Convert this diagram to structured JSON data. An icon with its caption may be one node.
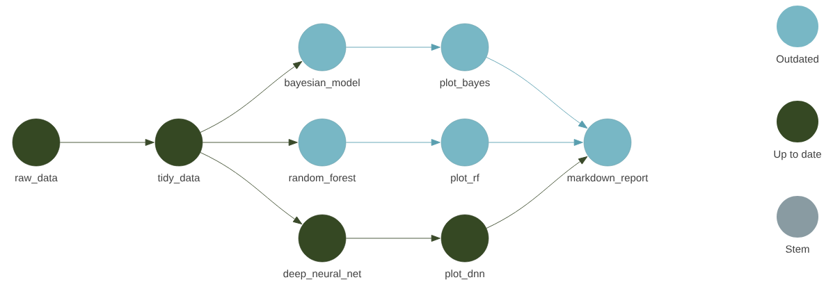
{
  "diagram": {
    "nodes": [
      {
        "text": [
          "raw_data"
        ]
      },
      {
        "text": [
          "tidy_data"
        ]
      },
      {
        "text": [
          "bayesian_model"
        ]
      },
      {
        "text": [
          "random_forest"
        ]
      },
      {
        "text": [
          "deep_neural_net"
        ]
      },
      {
        "text": [
          "plot_bayes"
        ]
      },
      {
        "text": [
          "plot_rf"
        ]
      },
      {
        "text": [
          "plot_dnn"
        ]
      },
      {
        "text": [
          "markdown_report"
        ]
      }
    ],
    "edges": [
      {
        "from": 0,
        "to": 1,
        "arrow": "to"
      },
      {
        "from": 1,
        "to": 2,
        "arrow": "to"
      },
      {
        "from": 1,
        "to": 3,
        "arrow": "to"
      },
      {
        "from": 1,
        "to": 4,
        "arrow": "to"
      },
      {
        "from": 2,
        "to": 5,
        "arrow": "to",
        "color": "#5a9fb0"
      },
      {
        "from": 3,
        "to": 6,
        "arrow": "to",
        "color": "#5a9fb0"
      },
      {
        "from": 4,
        "to": 7,
        "arrow": "to"
      },
      {
        "from": 5,
        "to": 8,
        "arrow": "to",
        "color": "#5a9fb0"
      },
      {
        "from": 6,
        "to": 8,
        "arrow": "to",
        "color": "#5a9fb0"
      },
      {
        "from": 7,
        "to": 8,
        "arrow": "to"
      }
    ],
    "legend": [
      {
        "text": "Outdated",
        "color": "#78b7c5"
      },
      {
        "text": "Up to date",
        "color": "#354823"
      },
      {
        "text": "Stem",
        "color": "#899ba2"
      }
    ]
  }
}
